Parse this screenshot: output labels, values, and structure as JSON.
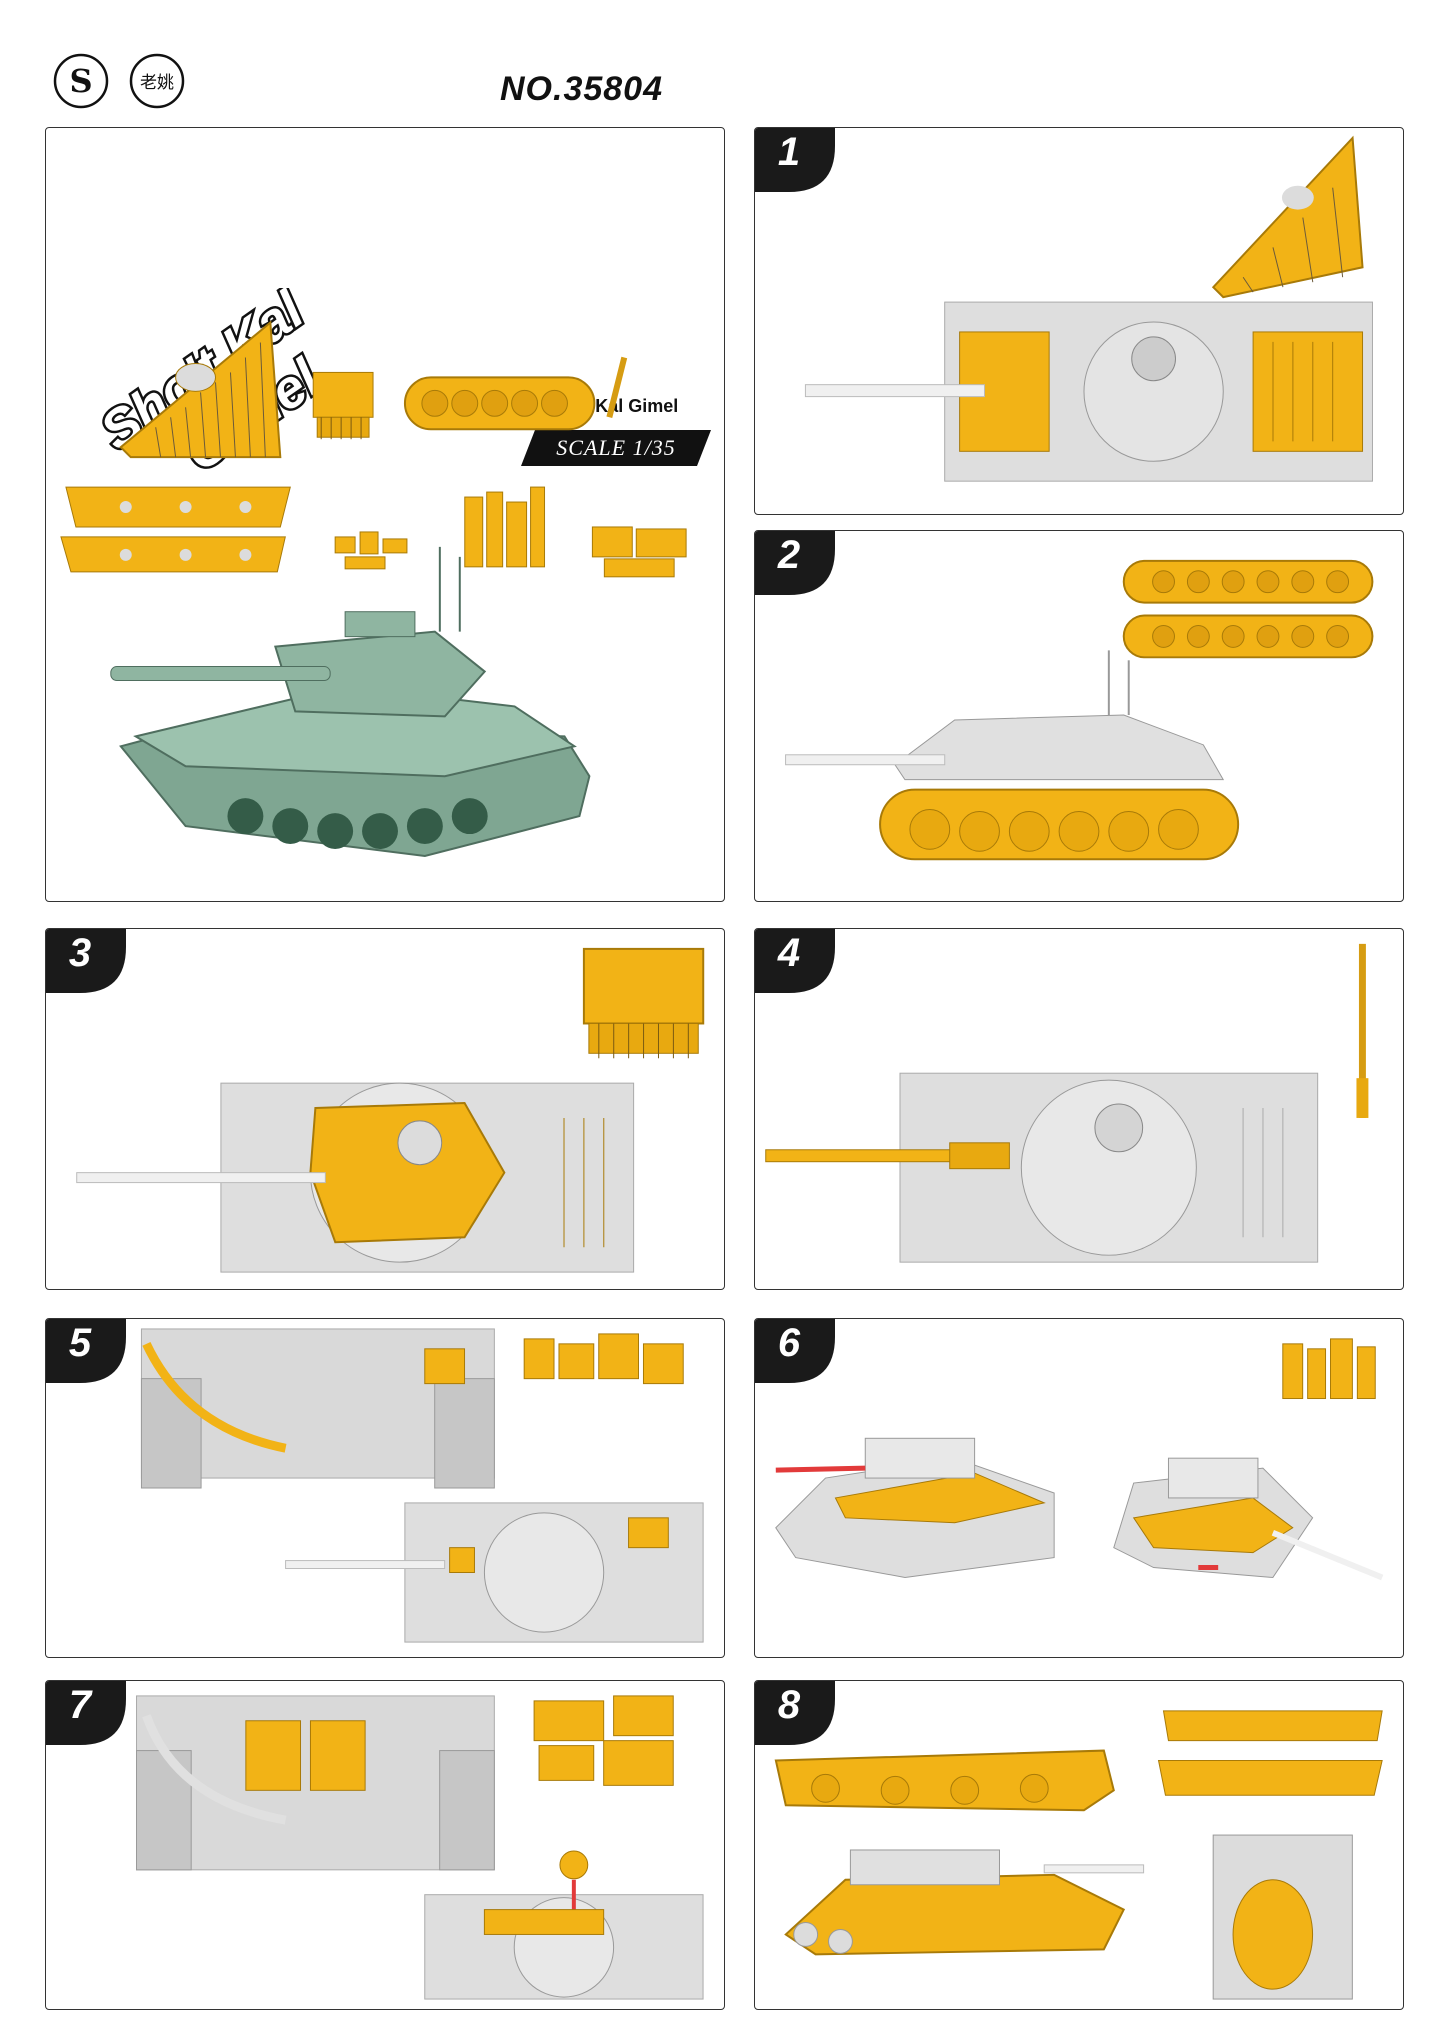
{
  "header": {
    "product_number": "NO.35804",
    "logo_left": "S",
    "logo_right": "老姚"
  },
  "cover": {
    "logo_title_line1": "Sho't Kal",
    "logo_title_line2": "Gimel",
    "title": "Sho't Kal Gimel",
    "scale": "SCALE 1/35"
  },
  "steps": [
    {
      "number": "1"
    },
    {
      "number": "2"
    },
    {
      "number": "3"
    },
    {
      "number": "4"
    },
    {
      "number": "5"
    },
    {
      "number": "6"
    },
    {
      "number": "7"
    },
    {
      "number": "8"
    }
  ],
  "colors": {
    "highlight": "#f2b316",
    "grey": "#dcdcdc",
    "tank_green": "#8fb5a1",
    "badge": "#1a1a1a",
    "arrow": "#e23a3a"
  }
}
